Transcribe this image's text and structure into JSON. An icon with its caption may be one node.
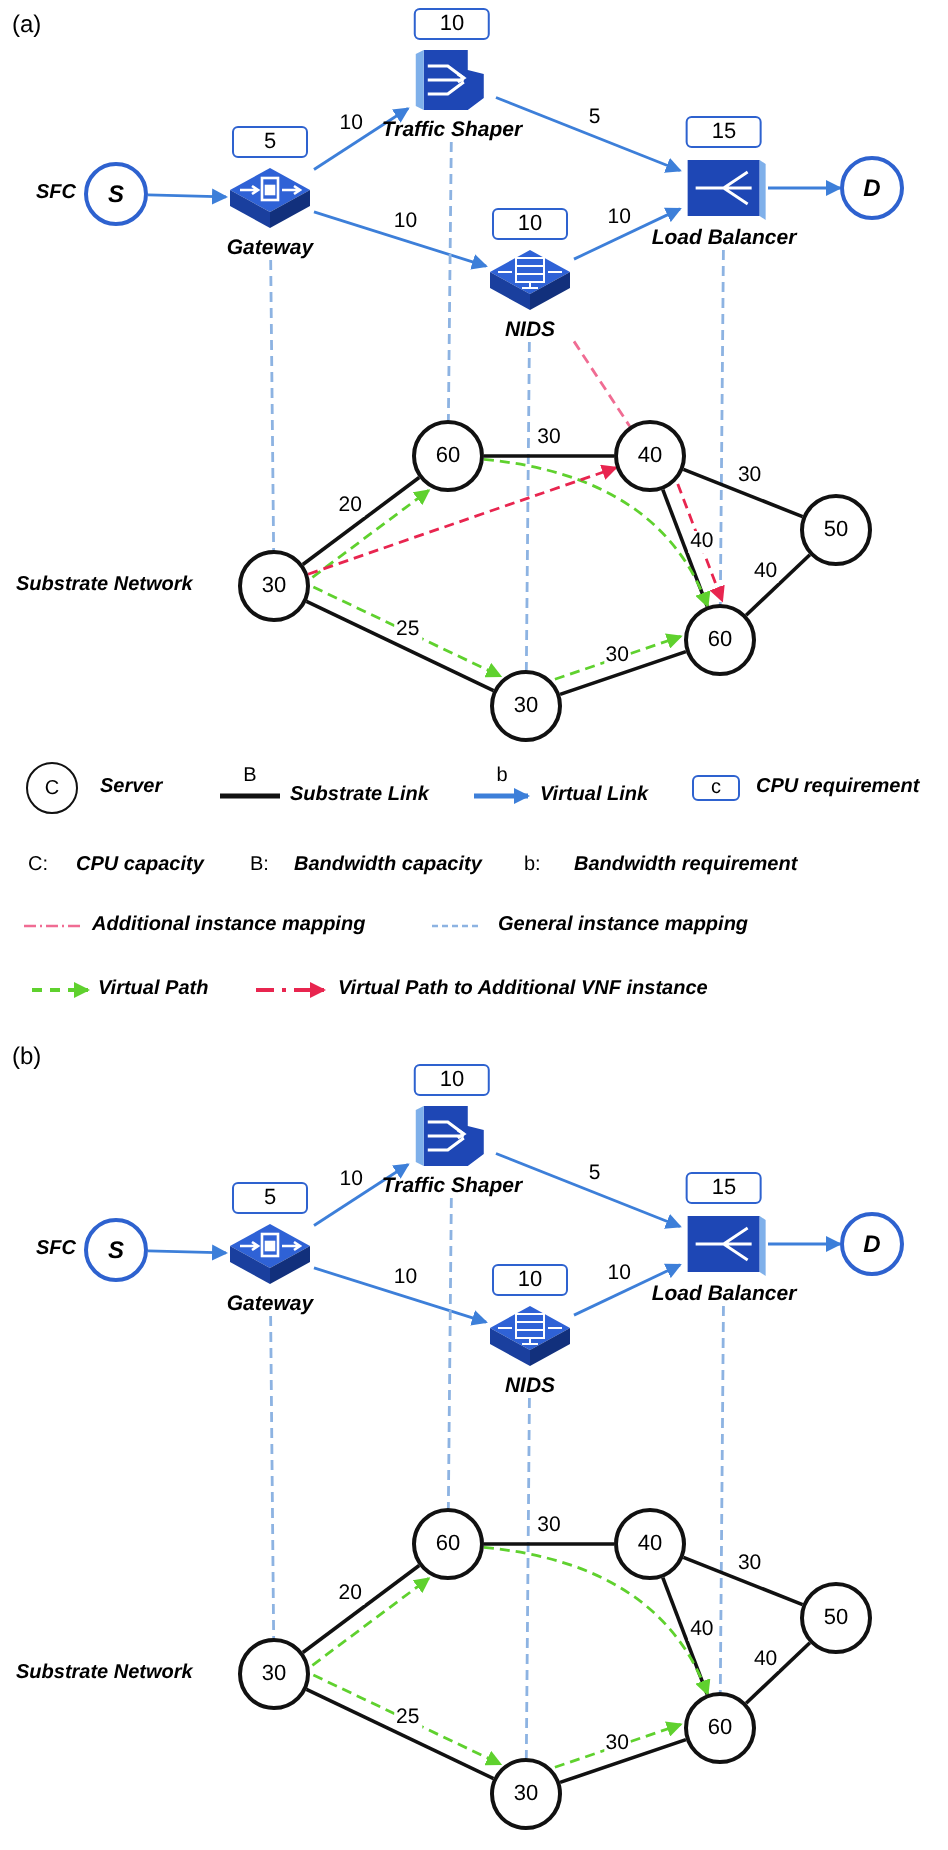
{
  "diagram": {
    "nodes": [
      {
        "text": [
          "S"
        ]
      },
      {
        "text": [
          "5",
          "Gateway"
        ]
      },
      {
        "text": [
          "10",
          "Traffic Shaper"
        ]
      },
      {
        "text": [
          "10",
          "NIDS"
        ]
      },
      {
        "text": [
          "15",
          "Load Balancer"
        ]
      },
      {
        "text": [
          "D"
        ]
      },
      {
        "text": [
          "30"
        ]
      },
      {
        "text": [
          "60"
        ]
      },
      {
        "text": [
          "40"
        ]
      },
      {
        "text": [
          "50"
        ]
      },
      {
        "text": [
          "60"
        ]
      },
      {
        "text": [
          "30"
        ]
      },
      {
        "text": [
          "S"
        ]
      },
      {
        "text": [
          "5",
          "Gateway"
        ]
      },
      {
        "text": [
          "10",
          "Traffic Shaper"
        ]
      },
      {
        "text": [
          "10",
          "NIDS"
        ]
      },
      {
        "text": [
          "15",
          "Load Balancer"
        ]
      },
      {
        "text": [
          "D"
        ]
      },
      {
        "text": [
          "30"
        ]
      },
      {
        "text": [
          "60"
        ]
      },
      {
        "text": [
          "40"
        ]
      },
      {
        "text": [
          "50"
        ]
      },
      {
        "text": [
          "60"
        ]
      },
      {
        "text": [
          "30"
        ]
      }
    ],
    "edges": [
      {
        "from": 0,
        "to": 1,
        "arrow": "to",
        "color": "#3d7fd9"
      },
      {
        "from": 1,
        "to": 2,
        "arrow": "to",
        "label": "10",
        "color": "#3d7fd9"
      },
      {
        "from": 1,
        "to": 3,
        "arrow": "to",
        "label": "10",
        "color": "#3d7fd9"
      },
      {
        "from": 2,
        "to": 4,
        "arrow": "to",
        "label": "5",
        "color": "#3d7fd9"
      },
      {
        "from": 3,
        "to": 4,
        "arrow": "to",
        "label": "10",
        "color": "#3d7fd9"
      },
      {
        "from": 4,
        "to": 5,
        "arrow": "to",
        "color": "#3d7fd9"
      },
      {
        "from": 1,
        "to": 6,
        "arrow": "none",
        "style": "dashed",
        "color": "#8db3e2"
      },
      {
        "from": 2,
        "to": 7,
        "arrow": "none",
        "style": "dashed",
        "color": "#8db3e2"
      },
      {
        "from": 3,
        "to": 11,
        "arrow": "none",
        "style": "dashed",
        "color": "#8db3e2"
      },
      {
        "from": 4,
        "to": 10,
        "arrow": "none",
        "style": "dashed",
        "color": "#8db3e2"
      },
      {
        "from": 3,
        "to": 8,
        "arrow": "none",
        "style": "dashed",
        "color": "#f06c93"
      },
      {
        "from": 6,
        "to": 7,
        "arrow": "none",
        "label": "20"
      },
      {
        "from": 7,
        "to": 8,
        "arrow": "none",
        "label": "30"
      },
      {
        "from": 8,
        "to": 9,
        "arrow": "none",
        "label": "30"
      },
      {
        "from": 8,
        "to": 10,
        "arrow": "none",
        "label": "40"
      },
      {
        "from": 9,
        "to": 10,
        "arrow": "none",
        "label": "40"
      },
      {
        "from": 6,
        "to": 11,
        "arrow": "none",
        "label": "25"
      },
      {
        "from": 11,
        "to": 10,
        "arrow": "none",
        "label": "30"
      },
      {
        "from": 6,
        "to": 7,
        "arrow": "to",
        "style": "dashed",
        "color": "#5fd12e"
      },
      {
        "from": 7,
        "to": 10,
        "arrow": "to",
        "style": "dashed",
        "color": "#5fd12e"
      },
      {
        "from": 6,
        "to": 11,
        "arrow": "to",
        "style": "dashed",
        "color": "#5fd12e"
      },
      {
        "from": 11,
        "to": 10,
        "arrow": "to",
        "style": "dashed",
        "color": "#5fd12e"
      },
      {
        "from": 6,
        "to": 8,
        "arrow": "to",
        "style": "dashed",
        "color": "#e8254f"
      },
      {
        "from": 8,
        "to": 10,
        "arrow": "to",
        "style": "dashed",
        "color": "#e8254f"
      },
      {
        "from": 12,
        "to": 13,
        "arrow": "to",
        "color": "#3d7fd9"
      },
      {
        "from": 13,
        "to": 14,
        "arrow": "to",
        "label": "10",
        "color": "#3d7fd9"
      },
      {
        "from": 13,
        "to": 15,
        "arrow": "to",
        "label": "10",
        "color": "#3d7fd9"
      },
      {
        "from": 14,
        "to": 16,
        "arrow": "to",
        "label": "5",
        "color": "#3d7fd9"
      },
      {
        "from": 15,
        "to": 16,
        "arrow": "to",
        "label": "10",
        "color": "#3d7fd9"
      },
      {
        "from": 16,
        "to": 17,
        "arrow": "to",
        "color": "#3d7fd9"
      },
      {
        "from": 13,
        "to": 18,
        "arrow": "none",
        "style": "dashed",
        "color": "#8db3e2"
      },
      {
        "from": 14,
        "to": 19,
        "arrow": "none",
        "style": "dashed",
        "color": "#8db3e2"
      },
      {
        "from": 15,
        "to": 23,
        "arrow": "none",
        "style": "dashed",
        "color": "#8db3e2"
      },
      {
        "from": 16,
        "to": 22,
        "arrow": "none",
        "style": "dashed",
        "color": "#8db3e2"
      },
      {
        "from": 18,
        "to": 19,
        "arrow": "none",
        "label": "20"
      },
      {
        "from": 19,
        "to": 20,
        "arrow": "none",
        "label": "30"
      },
      {
        "from": 20,
        "to": 21,
        "arrow": "none",
        "label": "30"
      },
      {
        "from": 20,
        "to": 22,
        "arrow": "none",
        "label": "40"
      },
      {
        "from": 21,
        "to": 22,
        "arrow": "none",
        "label": "40"
      },
      {
        "from": 18,
        "to": 23,
        "arrow": "none",
        "label": "25"
      },
      {
        "from": 23,
        "to": 22,
        "arrow": "none",
        "label": "30"
      },
      {
        "from": 18,
        "to": 19,
        "arrow": "to",
        "style": "dashed",
        "color": "#5fd12e"
      },
      {
        "from": 19,
        "to": 22,
        "arrow": "to",
        "style": "dashed",
        "color": "#5fd12e"
      },
      {
        "from": 18,
        "to": 23,
        "arrow": "to",
        "style": "dashed",
        "color": "#5fd12e"
      },
      {
        "from": 23,
        "to": 22,
        "arrow": "to",
        "style": "dashed",
        "color": "#5fd12e"
      }
    ],
    "labels": [
      "(a)",
      "SFC",
      "Substrate Network",
      "C",
      "B",
      "b",
      "c",
      "C:",
      "CPU capacity",
      "B:",
      "Bandwidth capacity",
      "b:",
      "Bandwidth requirement",
      "(b)",
      "SFC",
      "Substrate Network"
    ],
    "legend": [
      {
        "text": "Server"
      },
      {
        "text": "Substrate Link"
      },
      {
        "text": "Virtual Link"
      },
      {
        "text": "CPU requirement"
      },
      {
        "text": "Additional instance mapping"
      },
      {
        "text": "General instance mapping"
      },
      {
        "text": "Virtual Path"
      },
      {
        "text": "Virtual Path to Additional VNF instance"
      }
    ]
  }
}
